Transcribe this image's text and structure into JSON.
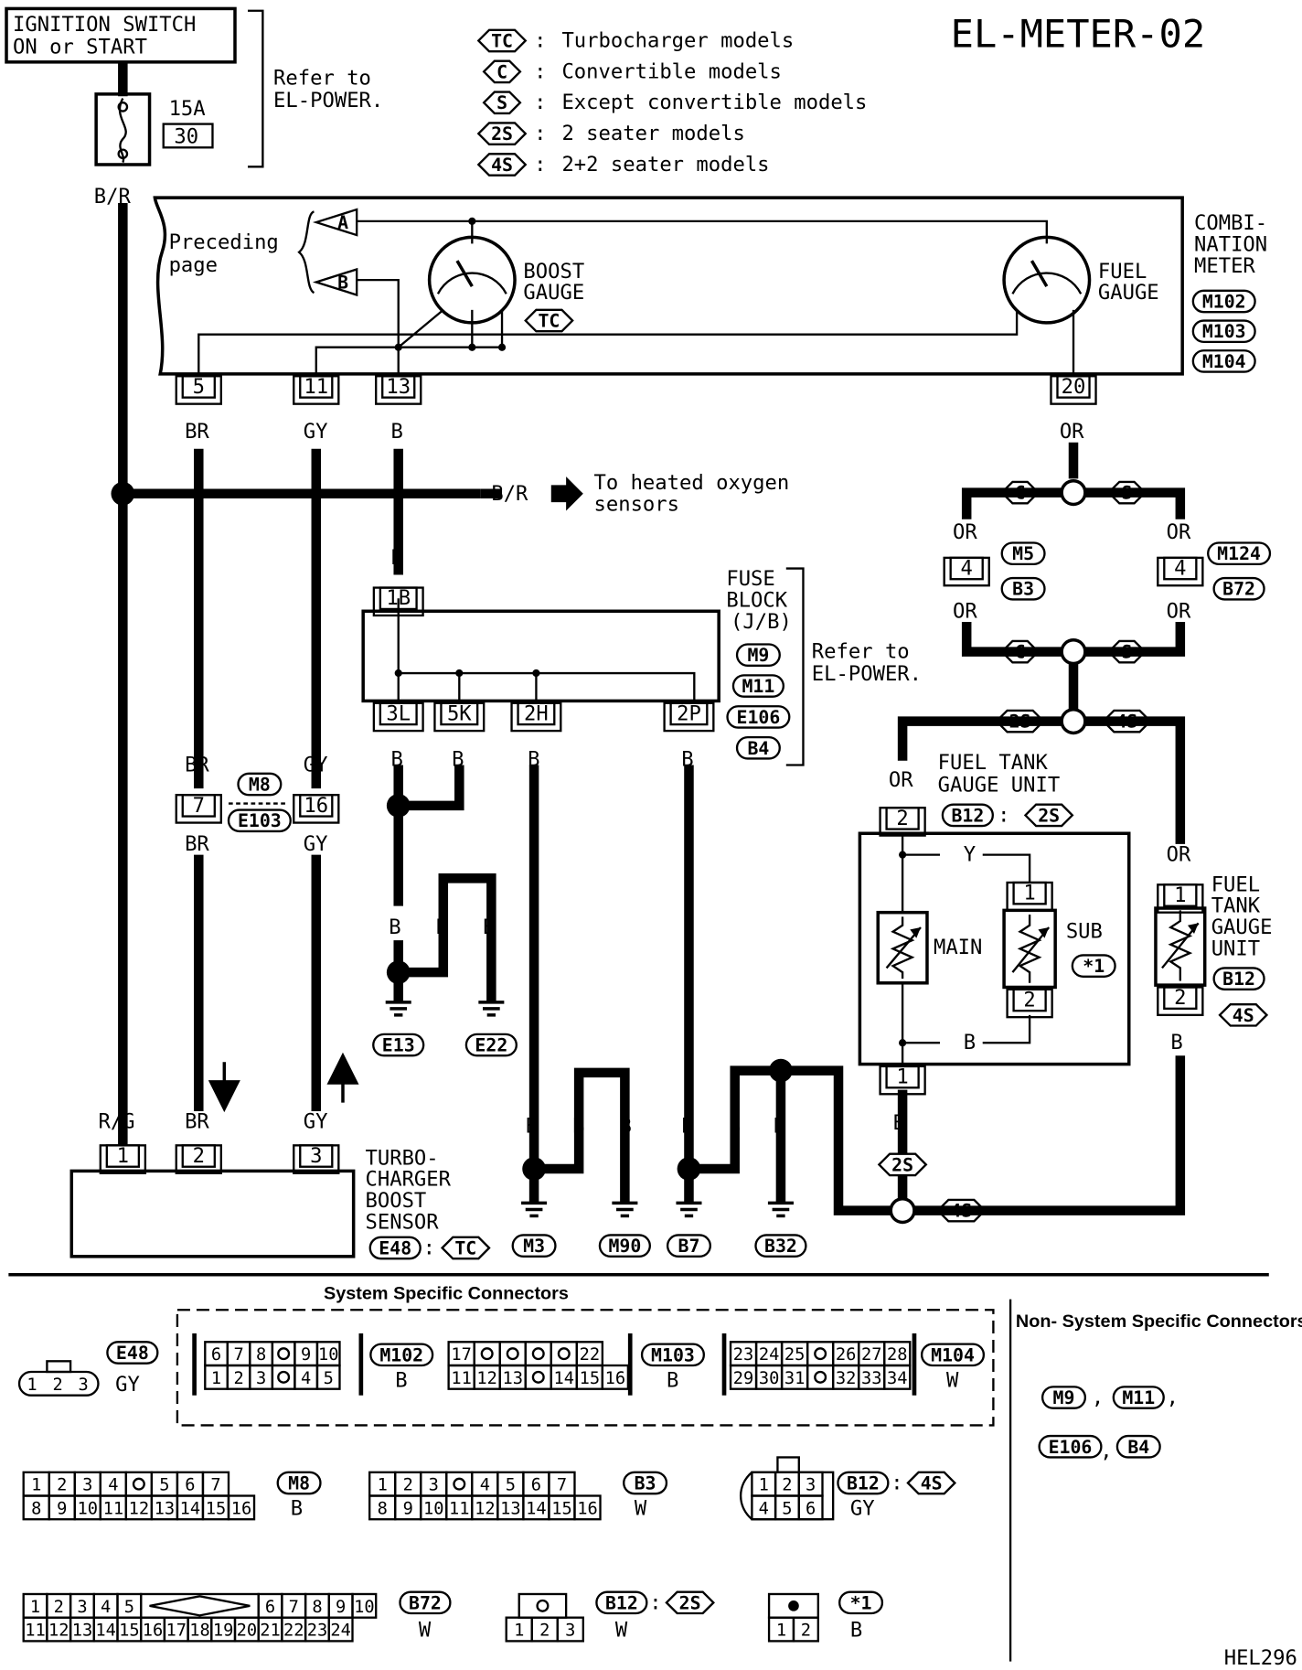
{
  "title": "EL-METER-02",
  "ref_code": "HEL296",
  "ignition": {
    "line1": "IGNITION SWITCH",
    "line2": "ON or START"
  },
  "fuse": {
    "rating": "15A",
    "number": "30"
  },
  "refer_power_top": {
    "line1": "Refer to",
    "line2": "EL-POWER."
  },
  "legend": [
    {
      "code": "TC",
      "text": "Turbocharger models"
    },
    {
      "code": "C",
      "text": "Convertible models"
    },
    {
      "code": "S",
      "text": "Except convertible models"
    },
    {
      "code": "2S",
      "text": "2 seater models"
    },
    {
      "code": "4S",
      "text": "2+2 seater models"
    }
  ],
  "meter": {
    "label": [
      "COMBI-",
      "NATION",
      "METER"
    ],
    "connectors": [
      "M102",
      "M103",
      "M104"
    ],
    "preceding": [
      "Preceding",
      "page"
    ],
    "arrow_a": "A",
    "arrow_b": "B",
    "boost": {
      "line1": "BOOST",
      "line2": "GAUGE",
      "code": "TC"
    },
    "fuel": {
      "line1": "FUEL",
      "line2": "GAUGE"
    },
    "pins": [
      "5",
      "11",
      "13",
      "20"
    ]
  },
  "wires": {
    "br": "B/R",
    "br_wire": "BR",
    "gy": "GY",
    "b": "B",
    "or": "OR",
    "rg": "R/G"
  },
  "heated": {
    "color": "B/R",
    "line1": "To heated oxygen",
    "line2": "sensors"
  },
  "fuse_block": {
    "label": [
      "FUSE",
      "BLOCK",
      "(J/B)"
    ],
    "connectors": [
      "M9",
      "M11",
      "E106",
      "B4"
    ],
    "refer": [
      "Refer to",
      "EL-POWER."
    ],
    "top_pin": "1B",
    "pins": [
      "3L",
      "5K",
      "2H",
      "2P"
    ]
  },
  "joint": {
    "left_pin": "7",
    "right_pin": "16",
    "conn_top": "M8",
    "conn_bottom": "E103"
  },
  "or_junction": {
    "codes": {
      "c": "C",
      "s": "S",
      "s2": "2S",
      "s4": "4S"
    },
    "pin": "4",
    "left_connectors": [
      "M5",
      "B3"
    ],
    "right_connectors": [
      "M124",
      "B72"
    ]
  },
  "tank_2s": {
    "label": [
      "FUEL TANK",
      "GAUGE UNIT"
    ],
    "conn": "B12",
    "code": "2S",
    "pin_top": "2",
    "pin_bottom": "1",
    "main": "MAIN",
    "sub": "SUB",
    "note": "*1",
    "y_label": "Y",
    "b_label": "B",
    "sub_pin_top": "1",
    "sub_pin_bottom": "2"
  },
  "tank_4s": {
    "label": [
      "FUEL",
      "TANK",
      "GAUGE",
      "UNIT"
    ],
    "conn": "B12",
    "code": "4S",
    "pin_top": "1",
    "pin_bottom": "2"
  },
  "grounds": [
    "E13",
    "E22",
    "M3",
    "M90",
    "B7",
    "B32"
  ],
  "sensor": {
    "label": [
      "TURBO-",
      "CHARGER",
      "BOOST",
      "SENSOR"
    ],
    "conn": "E48",
    "code": "TC",
    "pins": [
      "1",
      "2",
      "3"
    ]
  },
  "connectors_section": {
    "system_specific": "System Specific Connectors",
    "non_system_specific": "Non- System Specific Connectors",
    "non_system_list": [
      "M9",
      "M11",
      "E106",
      "B4"
    ],
    "e48": {
      "name": "E48",
      "color": "GY",
      "cells": [
        "1",
        "2",
        "3"
      ]
    },
    "m102": {
      "name": "M102",
      "color": "B",
      "top": [
        "6",
        "7",
        "8",
        "",
        "9",
        "10"
      ],
      "bottom": [
        "1",
        "2",
        "3",
        "",
        "4",
        "5"
      ]
    },
    "m103": {
      "name": "M103",
      "color": "B",
      "top": [
        "17",
        "",
        "",
        "",
        "",
        "22"
      ],
      "bottom": [
        "11",
        "12",
        "13",
        "",
        "14",
        "15",
        "16"
      ]
    },
    "m104": {
      "name": "M104",
      "color": "W",
      "top": [
        "23",
        "24",
        "25",
        "",
        "26",
        "27",
        "28"
      ],
      "bottom": [
        "29",
        "30",
        "31",
        "",
        "32",
        "33",
        "34"
      ]
    },
    "m8": {
      "name": "M8",
      "color": "B",
      "top": [
        "1",
        "2",
        "3",
        "4",
        "",
        "5",
        "6",
        "7"
      ],
      "bottom": [
        "8",
        "9",
        "10",
        "11",
        "12",
        "13",
        "14",
        "15",
        "16"
      ]
    },
    "b3": {
      "name": "B3",
      "color": "W",
      "top": [
        "1",
        "2",
        "3",
        "",
        "4",
        "5",
        "6",
        "7"
      ],
      "bottom": [
        "8",
        "9",
        "10",
        "11",
        "12",
        "13",
        "14",
        "15",
        "16"
      ]
    },
    "b12_4s": {
      "name": "B12",
      "code": "4S",
      "color": "GY",
      "top": [
        "1",
        "2",
        "3"
      ],
      "bottom": [
        "4",
        "5",
        "6"
      ]
    },
    "b72": {
      "name": "B72",
      "color": "W",
      "top": [
        "1",
        "2",
        "3",
        "4",
        "5",
        "6",
        "7",
        "8",
        "9",
        "10"
      ],
      "bottom": [
        "11",
        "12",
        "13",
        "14",
        "15",
        "16",
        "17",
        "18",
        "19",
        "20",
        "21",
        "22",
        "23",
        "24"
      ]
    },
    "b12_2s": {
      "name": "B12",
      "code": "2S",
      "color": "W",
      "cells": [
        "1",
        "2",
        "3"
      ]
    },
    "note1": {
      "name": "*1",
      "color": "B",
      "cells": [
        "1",
        "2"
      ]
    }
  }
}
